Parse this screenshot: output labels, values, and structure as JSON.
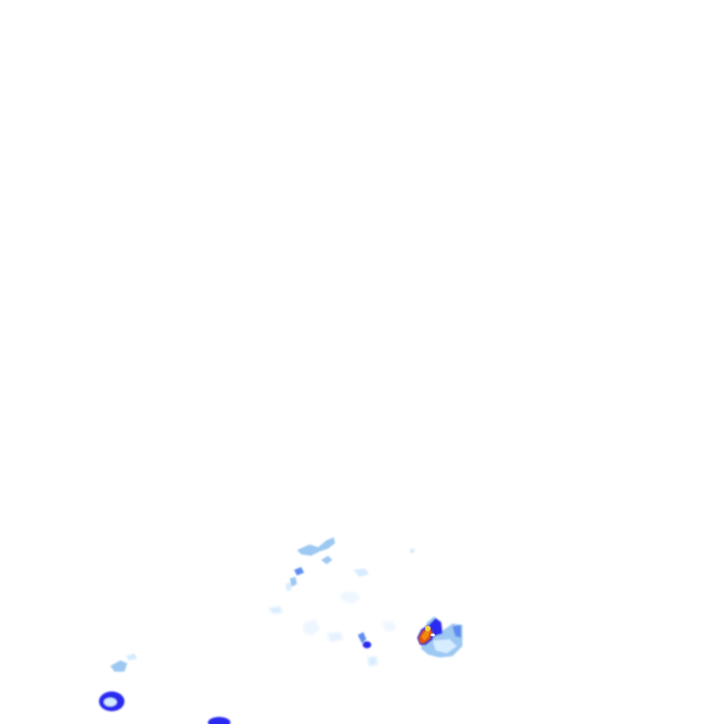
{
  "map": {
    "kind": "weather-radar-overlay",
    "background_color": "#ffffff",
    "intensity_colors": {
      "very_light": "#d6ecff",
      "light": "#9cc8f2",
      "moderate": "#5f8cf0",
      "heavy": "#2a2af0",
      "very_heavy": "#3a2ad8",
      "intense": "#f08a10",
      "extreme": "#e85a0a",
      "core": "#f5d23a"
    },
    "precipitation_cells": [
      {
        "name": "northern-scattered-echoes",
        "intensity": "light"
      },
      {
        "name": "central-scattered-echoes",
        "intensity": "very_light"
      },
      {
        "name": "central-small-cell",
        "intensity": "heavy"
      },
      {
        "name": "eastern-storm-cell",
        "intensity": "intense"
      },
      {
        "name": "eastern-storm-envelope",
        "intensity": "moderate"
      },
      {
        "name": "southwest-light-cell",
        "intensity": "light"
      },
      {
        "name": "southwest-ring-cell",
        "intensity": "heavy"
      },
      {
        "name": "southern-edge-cell",
        "intensity": "heavy"
      }
    ]
  }
}
